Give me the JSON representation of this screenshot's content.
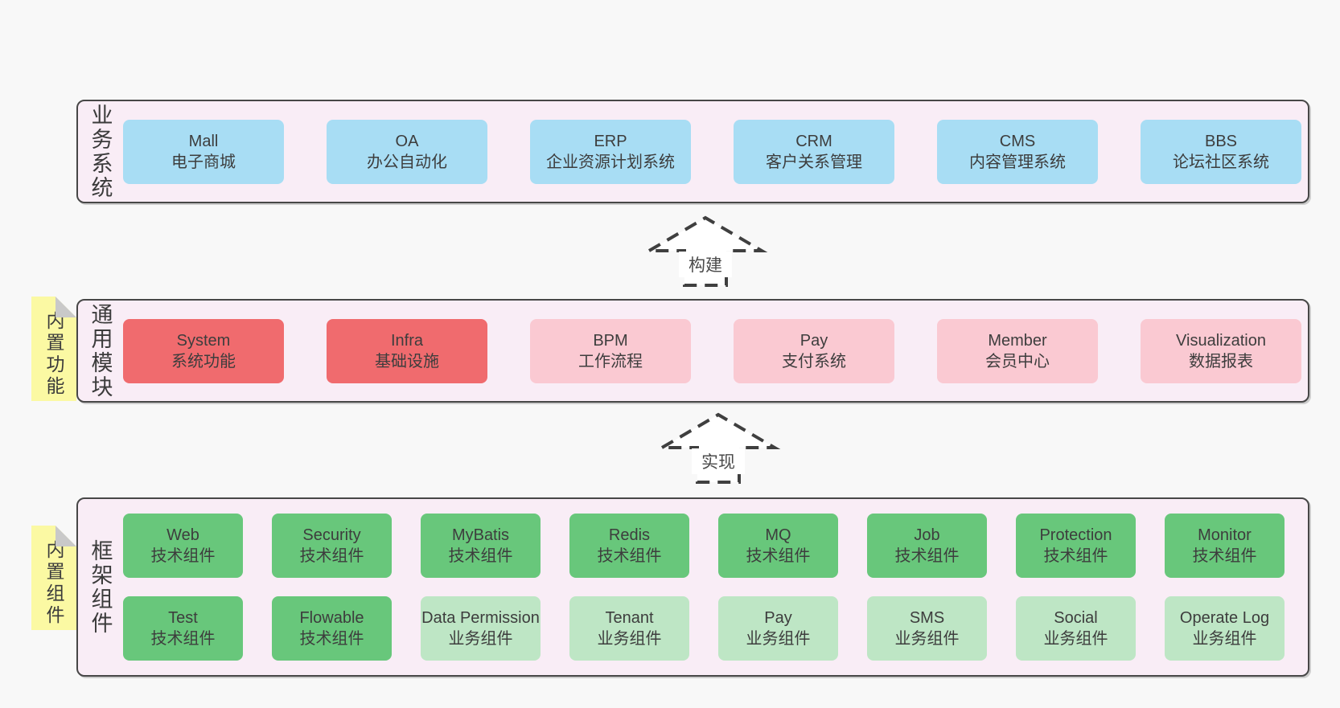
{
  "layers": [
    {
      "label": "业务系统",
      "boxes": [
        {
          "title": "Mall",
          "subtitle": "电子商城"
        },
        {
          "title": "OA",
          "subtitle": "办公自动化"
        },
        {
          "title": "ERP",
          "subtitle": "企业资源计划系统"
        },
        {
          "title": "CRM",
          "subtitle": "客户关系管理"
        },
        {
          "title": "CMS",
          "subtitle": "内容管理系统"
        },
        {
          "title": "BBS",
          "subtitle": "论坛社区系统"
        }
      ]
    },
    {
      "label": "通用模块",
      "sticky": "内置功能",
      "boxes": [
        {
          "title": "System",
          "subtitle": "系统功能"
        },
        {
          "title": "Infra",
          "subtitle": "基础设施"
        },
        {
          "title": "BPM",
          "subtitle": "工作流程"
        },
        {
          "title": "Pay",
          "subtitle": "支付系统"
        },
        {
          "title": "Member",
          "subtitle": "会员中心"
        },
        {
          "title": "Visualization",
          "subtitle": "数据报表"
        }
      ]
    },
    {
      "label": "框架组件",
      "sticky": "内置组件",
      "rows": [
        [
          {
            "title": "Web",
            "subtitle": "技术组件"
          },
          {
            "title": "Security",
            "subtitle": "技术组件"
          },
          {
            "title": "MyBatis",
            "subtitle": "技术组件"
          },
          {
            "title": "Redis",
            "subtitle": "技术组件"
          },
          {
            "title": "MQ",
            "subtitle": "技术组件"
          },
          {
            "title": "Job",
            "subtitle": "技术组件"
          },
          {
            "title": "Protection",
            "subtitle": "技术组件"
          },
          {
            "title": "Monitor",
            "subtitle": "技术组件"
          }
        ],
        [
          {
            "title": "Test",
            "subtitle": "技术组件"
          },
          {
            "title": "Flowable",
            "subtitle": "技术组件"
          },
          {
            "title": "Data Permission",
            "subtitle": "业务组件"
          },
          {
            "title": "Tenant",
            "subtitle": "业务组件"
          },
          {
            "title": "Pay",
            "subtitle": "业务组件"
          },
          {
            "title": "SMS",
            "subtitle": "业务组件"
          },
          {
            "title": "Social",
            "subtitle": "业务组件"
          },
          {
            "title": "Operate Log",
            "subtitle": "业务组件"
          }
        ]
      ]
    }
  ],
  "arrows": [
    {
      "label": "构建"
    },
    {
      "label": "实现"
    }
  ],
  "colors": {
    "page_bg": "#f8f8f8",
    "band_bg": "#f9edf6",
    "band_border": "#474747",
    "business_box_blue": "#a8ddf4",
    "core_module_red": "#f06b6e",
    "module_pink": "#fac9d2",
    "tech_component_green": "#68c77b",
    "biz_component_lightgreen": "#bee6c5",
    "sticky_yellow": "#fbf9a3",
    "sticky_fold_gray": "#c9c9c9",
    "text": "#3d3d3d"
  }
}
